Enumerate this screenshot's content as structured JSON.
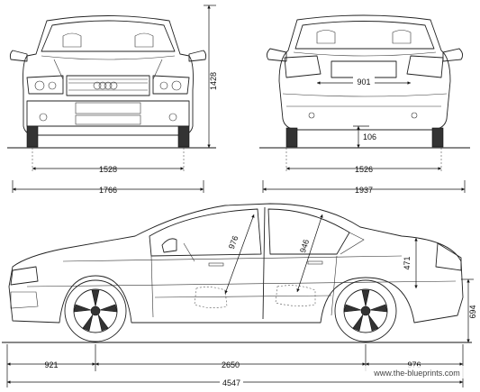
{
  "dimensions": {
    "front_height": "1428",
    "front_track": "1528",
    "front_width": "1766",
    "rear_plate_width": "901",
    "rear_ground_clearance": "106",
    "rear_track": "1526",
    "rear_width_mirrors": "1937",
    "side_front_headroom": "976",
    "side_rear_headroom": "946",
    "side_trunk_height": "471",
    "side_bumper_height": "694",
    "front_overhang": "921",
    "wheelbase": "2650",
    "rear_overhang": "976",
    "overall_length": "4547"
  },
  "watermark": "www.the-blueprints.com"
}
